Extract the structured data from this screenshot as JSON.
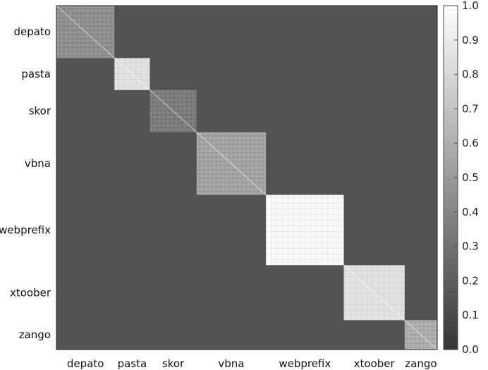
{
  "chart_data": {
    "type": "heatmap",
    "categories": [
      "depato",
      "pasta",
      "skor",
      "vbna",
      "webprefix",
      "xtoober",
      "zango"
    ],
    "x_tick_labels": [
      "depato",
      "pasta",
      "skor",
      "vbna",
      "webprefix",
      "xtoober",
      "zango"
    ],
    "y_tick_labels": [
      "depato",
      "pasta",
      "skor",
      "vbna",
      "webprefix",
      "xtoober",
      "zango"
    ],
    "family_sizes": [
      41,
      25,
      33,
      49,
      55,
      43,
      23
    ],
    "within_family_similarity": [
      0.45,
      0.85,
      0.35,
      0.55,
      0.97,
      0.85,
      0.6
    ],
    "between_family_similarity": 0.15,
    "diagonal_value": 1.0,
    "colorscale": {
      "low_color": "#353535",
      "high_color": "#ffffff",
      "min": 0.0,
      "max": 1.0
    },
    "colorbar_ticks": [
      "0.0",
      "0.1",
      "0.2",
      "0.3",
      "0.4",
      "0.5",
      "0.6",
      "0.7",
      "0.8",
      "0.9",
      "1.0"
    ],
    "colorbar_values": [
      0.0,
      0.1,
      0.2,
      0.3,
      0.4,
      0.5,
      0.6,
      0.7,
      0.8,
      0.9,
      1.0
    ],
    "title": "",
    "xlabel": "",
    "ylabel": ""
  }
}
